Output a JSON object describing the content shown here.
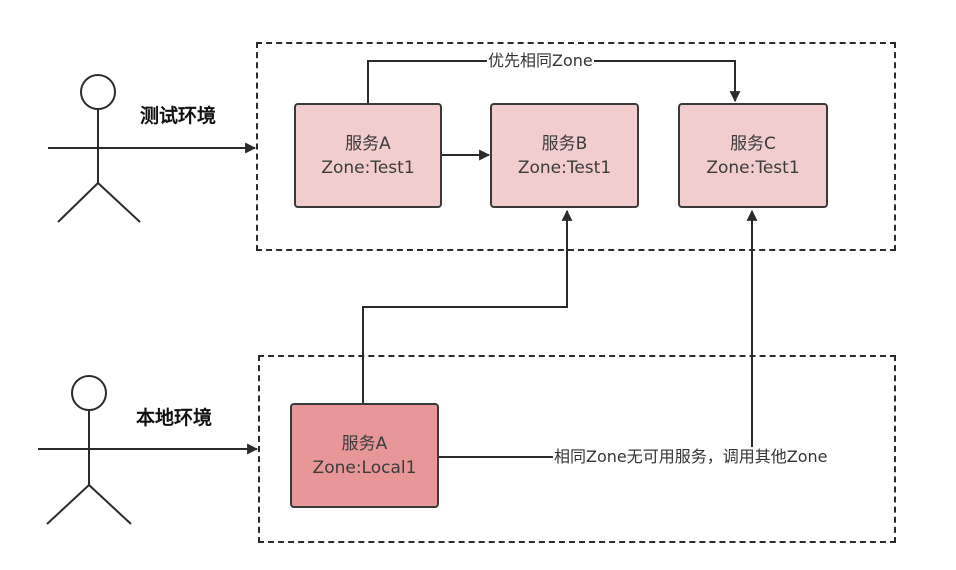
{
  "environments": {
    "test": {
      "label": "测试环境"
    },
    "local": {
      "label": "本地环境"
    }
  },
  "services": {
    "test_a": {
      "name": "服务A",
      "zone": "Zone:Test1"
    },
    "test_b": {
      "name": "服务B",
      "zone": "Zone:Test1"
    },
    "test_c": {
      "name": "服务C",
      "zone": "Zone:Test1"
    },
    "local_a": {
      "name": "服务A",
      "zone": "Zone:Local1"
    }
  },
  "edges": {
    "prefer_same_zone": "优先相同Zone",
    "fallback_other_zone": "相同Zone无可用服务，调用其他Zone"
  },
  "colors": {
    "test_service_fill": "#f2cdcd",
    "local_service_fill": "#e79797",
    "stroke": "#2b2b2b"
  }
}
